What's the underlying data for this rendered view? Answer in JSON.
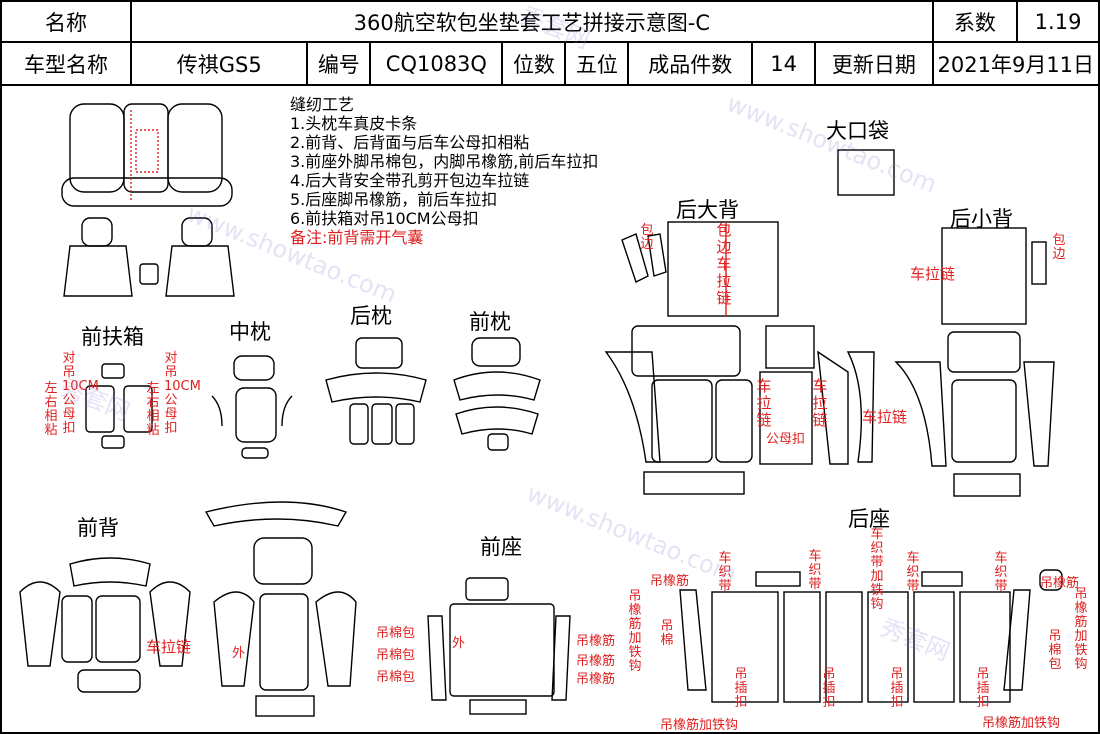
{
  "header": {
    "name_label": "名称",
    "title": "360航空软包坐垫套工艺拼接示意图-C",
    "coef_label": "系数",
    "coef_value": "1.19",
    "model_label": "车型名称",
    "model_value": "传祺GS5",
    "code_label": "编号",
    "code_value": "CQ1083Q",
    "seats_label": "位数",
    "seats_value": "五位",
    "pieces_label": "成品件数",
    "pieces_value": "14",
    "date_label": "更新日期",
    "date_value": "2021年9月11日"
  },
  "notes": {
    "title": "缝纫工艺",
    "items": [
      "1.头枕车真皮卡条",
      "2.前背、后背面与后车公母扣相粘",
      "3.前座外脚吊棉包，内脚吊橡筋,前后车拉扣",
      "4.后大背安全带孔剪开包边车拉链",
      "5.后座脚吊橡筋，前后车拉扣",
      "6.前扶箱对吊10CM公母扣"
    ],
    "remark": "备注:前背需开气囊"
  },
  "sections": {
    "big_pocket": "大口袋",
    "rear_big_back": "后大背",
    "rear_small_back": "后小背",
    "front_armrest": "前扶箱",
    "mid_pillow": "中枕",
    "rear_pillow": "后枕",
    "front_pillow": "前枕",
    "front_back": "前背",
    "front_seat": "前座",
    "rear_seat": "后座"
  },
  "annotations": {
    "pair_10cm": "对吊10CM公母扣",
    "lr_stick": "左右相粘",
    "zipper": "车拉链",
    "edge_zipper": "包边车拉链",
    "wrap_edge": "包边",
    "outer": "外",
    "cotton_pack": "吊棉包",
    "rubber_band": "吊橡筋",
    "rubber_iron": "吊橡筋加铁钩",
    "button_buckle": "公母扣",
    "weave_belt": "车织带",
    "weave_belt_iron": "车织带加铁钩",
    "insert_buckle": "吊插扣",
    "cotton": "吊棉",
    "cotton_pack_alt": "吊棉包"
  },
  "watermark": {
    "cn": "秀套网",
    "en": "www.showtao.com"
  },
  "colors": {
    "line": "#000000",
    "annotation": "#e02020",
    "watermark": "#9a78d2"
  }
}
